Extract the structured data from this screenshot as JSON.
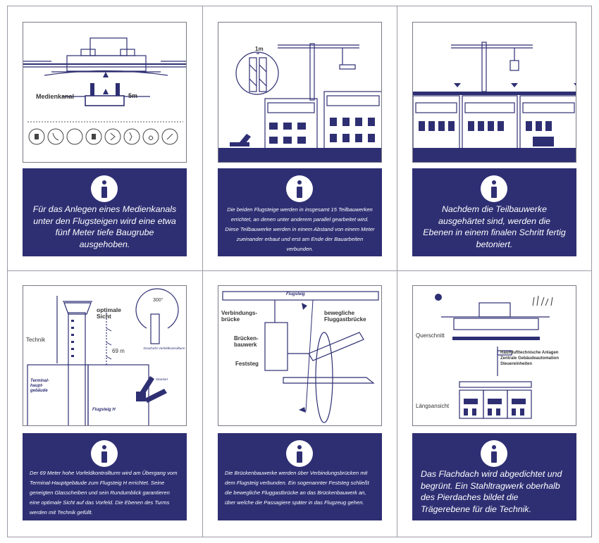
{
  "panels": [
    {
      "labels": {
        "medienkanal": "Medienkanal",
        "depth": "5m"
      },
      "text": "Für das Anlegen eines Medienkanals unter den Flugsteigen wird eine etwa fünf Meter tiefe Baugrube ausgehoben."
    },
    {
      "labels": {
        "distance": "1m"
      },
      "text": "Die beiden Flugsteige werden in insgesamt 15 Teilbauwerken errichtet, an denen unter anderem parallel gearbeitet wird. Diese Teilbauwerke werden in einem Abstand von einem Meter zueinander erbaut und erst am Ende der Bauarbeiten verbunden."
    },
    {
      "labels": {},
      "text": "Nachdem die Teilbauwerke ausgehärtet sind, werden die Ebenen in einem finalen Schritt fertig betoniert."
    },
    {
      "labels": {
        "technik": "Technik",
        "sicht": "optimale Sicht",
        "height": "69 m",
        "angle": "300°",
        "draufsicht": "Draufsicht Vorfeldkontrollturm",
        "standort": "Standort",
        "terminal": "Terminal-haupt-gebäude",
        "flugsteig": "Flugsteig H"
      },
      "text": "Der 69 Meter hohe Vorfeldkontrollturm wird am Übergang vom Terminal-Hauptgebäude zum Flugsteig H errichtet. Seine geneigten Glasscheiben und sein Rundumblick garantieren eine optimale Sicht auf das Vorfeld. Die Ebenen des Turms werden mit Technik gefüllt."
    },
    {
      "labels": {
        "flugsteig": "Flugsteig",
        "verbindung": "Verbindungs-brücke",
        "bruecken": "Brücken-bauwerk",
        "feststeg": "Feststeg",
        "fluggast": "bewegliche Fluggastbrücke"
      },
      "text": "Die Brückenbauwerke werden über Verbindungsbrücken mit dem Flugsteig verbunden. Ein sogenannter Feststeg schließt die bewegliche Fluggastbrücke an das Brückenbauwerk an, über welche die Passagiere später in das Flugzeug gehen."
    },
    {
      "labels": {
        "querschnitt": "Querschnitt",
        "raum": "Raumlufttechnische Anlagen",
        "zentrale": "Zentrale Gebäudeautomation",
        "steuer": "Steuereinheiten",
        "laengs": "Längsansicht"
      },
      "text": "Das Flachdach wird abgedichtet und begrünt. Ein Stahltragwerk oberhalb des Pierdaches bildet die Trägerebene für die Technik."
    }
  ],
  "colors": {
    "navy": "#2e2f73",
    "border": "#9a9aa6"
  }
}
